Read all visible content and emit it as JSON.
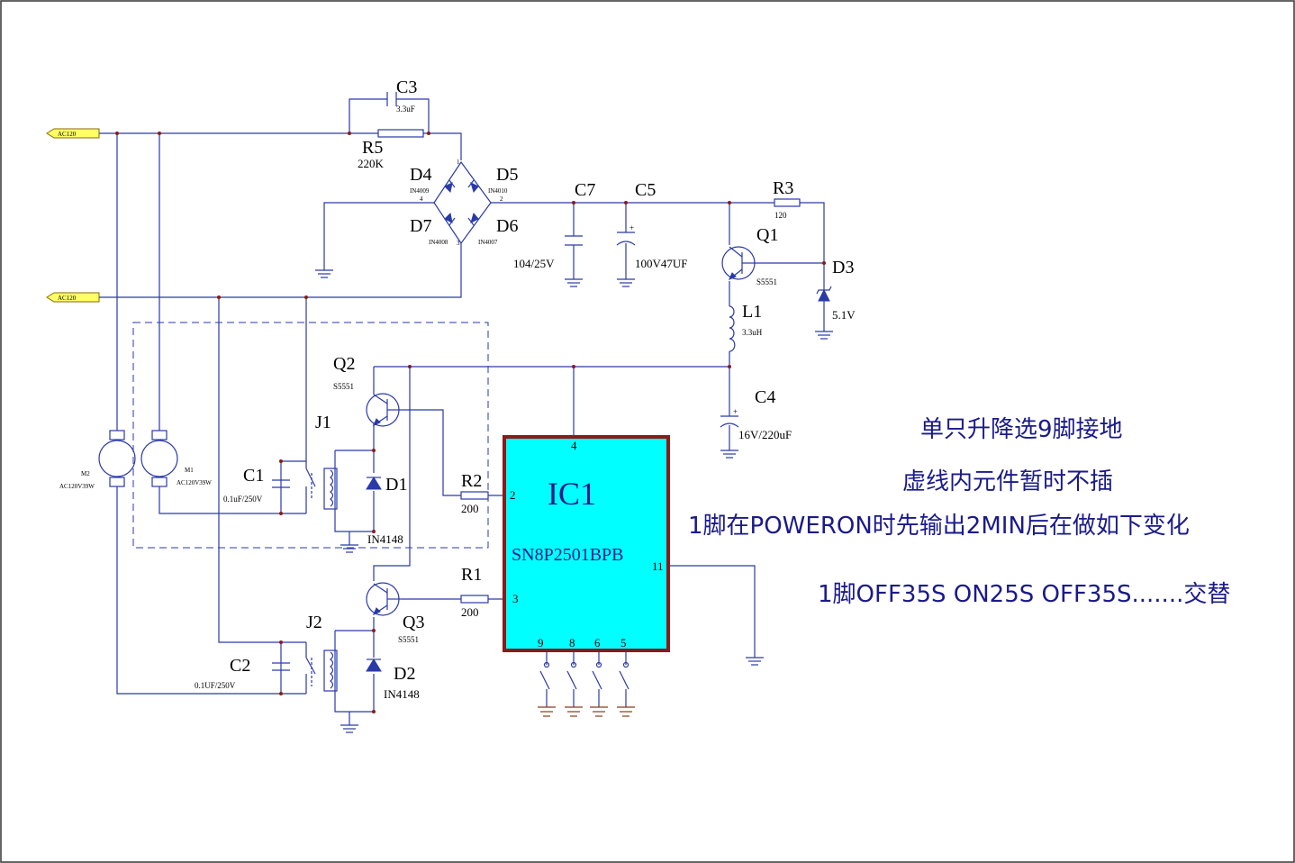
{
  "ports": {
    "ac_top": "AC120",
    "ac_bottom": "AC120"
  },
  "components": {
    "C3": {
      "name": "C3",
      "value": "3.3uF"
    },
    "R5": {
      "name": "R5",
      "value": "220K"
    },
    "D4": {
      "name": "D4",
      "value": "IN4009",
      "pin": "4"
    },
    "D5": {
      "name": "D5",
      "value": "IN4010",
      "pin": "2"
    },
    "D7": {
      "name": "D7",
      "value": "IN4008",
      "pin": "3"
    },
    "D6": {
      "name": "D6",
      "value": "IN4007"
    },
    "bridge_pin1": "1",
    "C7": {
      "name": "C7",
      "value": "104/25V"
    },
    "C5": {
      "name": "C5",
      "value": "100V47UF"
    },
    "R3": {
      "name": "R3",
      "value": "120"
    },
    "Q1": {
      "name": "Q1",
      "value": "S5551"
    },
    "D3": {
      "name": "D3",
      "value": "5.1V"
    },
    "L1": {
      "name": "L1",
      "value": "3.3uH"
    },
    "C4": {
      "name": "C4",
      "value": "16V/220uF"
    },
    "Q2": {
      "name": "Q2",
      "value": "S5551"
    },
    "J1": {
      "name": "J1"
    },
    "C1": {
      "name": "C1",
      "value": "0.1uF/250V"
    },
    "D1": {
      "name": "D1",
      "value": "IN4148"
    },
    "R2": {
      "name": "R2",
      "value": "200"
    },
    "R1": {
      "name": "R1",
      "value": "200"
    },
    "Q3": {
      "name": "Q3",
      "value": "S5551"
    },
    "J2": {
      "name": "J2"
    },
    "C2": {
      "name": "C2",
      "value": "0.1UF/250V"
    },
    "D2": {
      "name": "D2",
      "value": "IN4148"
    },
    "M2": {
      "name": "M2",
      "value": "AC120V39W"
    },
    "M1": {
      "name": "M1",
      "value": "AC120V39W"
    },
    "IC1": {
      "name": "IC1",
      "part": "SN8P2501BPB",
      "pins": {
        "p4": "4",
        "p2": "2",
        "p3": "3",
        "p11": "11",
        "p9": "9",
        "p8": "8",
        "p6": "6",
        "p5": "5"
      }
    }
  },
  "notes": {
    "line1": "单只升降选9脚接地",
    "line2": "虚线内元件暂时不插",
    "line3": "1脚在POWERON时先输出2MIN后在做如下变化",
    "line4": "1脚OFF35S ON25S OFF35S.......交替"
  },
  "colors": {
    "wire": "#2a3aa8",
    "ic_fill": "#00ffff",
    "ic_border": "#8b1a1a",
    "port": "#ffff66",
    "note": "#1a1a8a"
  }
}
